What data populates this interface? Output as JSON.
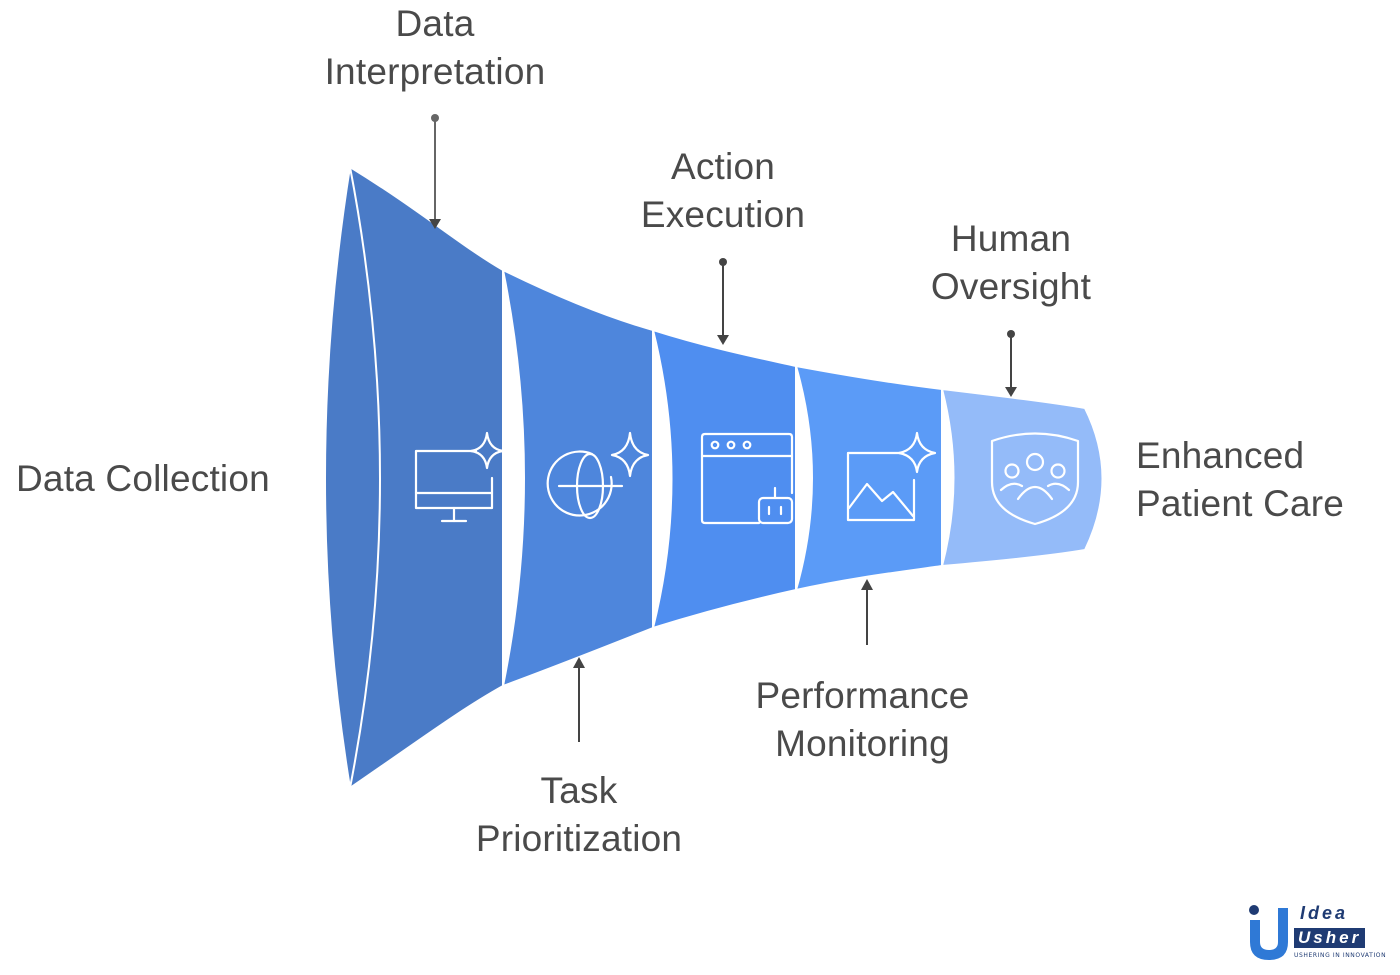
{
  "stages": [
    {
      "id": "data-collection",
      "label_lines": [
        "Data Collection"
      ],
      "icon": "monitor-sparkle-icon",
      "color": "#4a7bc7"
    },
    {
      "id": "data-interpretation",
      "label_lines": [
        "Data",
        "Interpretation"
      ],
      "icon": "globe-sparkle-icon",
      "color": "#4e86dc"
    },
    {
      "id": "task-prioritization",
      "label_lines": [
        "Task",
        "Prioritization"
      ],
      "icon": "browser-robot-icon",
      "color": "#4f8ef0"
    },
    {
      "id": "action-execution",
      "label_lines": [
        "Action",
        "Execution"
      ],
      "icon": "image-sparkle-icon",
      "color": "#5b9bf7"
    },
    {
      "id": "performance-monitoring",
      "label_lines": [
        "Performance",
        "Monitoring"
      ],
      "icon": "shield-people-icon",
      "color": "#94bbf9"
    },
    {
      "id": "human-oversight",
      "label_lines": [
        "Human",
        "Oversight"
      ]
    }
  ],
  "outcome": {
    "label_lines": [
      "Enhanced",
      "Patient Care"
    ]
  },
  "colors": {
    "label_text": "#4a4a4a",
    "arrow": "#333333",
    "outline": "#ffffff",
    "logo_brand": "#1f3b73",
    "logo_accent": "#2f79d6"
  },
  "logo": {
    "line1": "Idea",
    "line2": "Usher",
    "tagline": "USHERING IN INNOVATION"
  }
}
